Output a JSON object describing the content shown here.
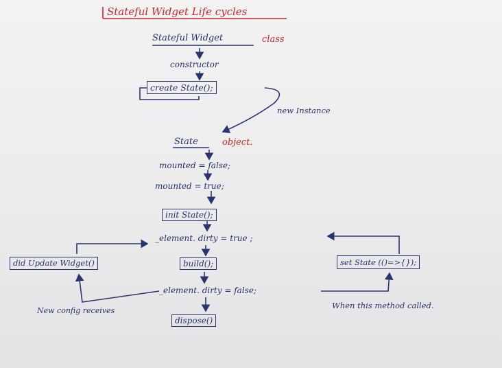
{
  "title": "Stateful Widget Life cycles",
  "header": {
    "widget_name": "Stateful Widget",
    "widget_suffix": "class"
  },
  "steps": {
    "constructor": "constructor",
    "create_state": "create State();",
    "new_instance": "new Instance",
    "state_name": "State",
    "state_suffix": "object.",
    "mounted_false": "mounted = false;",
    "mounted_true": "mounted = true;",
    "init_state": "init State();",
    "dirty_true": "_element. dirty = true ;",
    "did_update": "did Update Widget()",
    "build": "build();",
    "set_state": "set State (()=>{});",
    "dirty_false": "_element. dirty = false;",
    "dispose": "dispose()",
    "new_config": "New config receives",
    "method_called": "When this method called."
  },
  "colors": {
    "ink": "#26326b",
    "accent": "#c8262c",
    "paper": "#eeeeef"
  }
}
